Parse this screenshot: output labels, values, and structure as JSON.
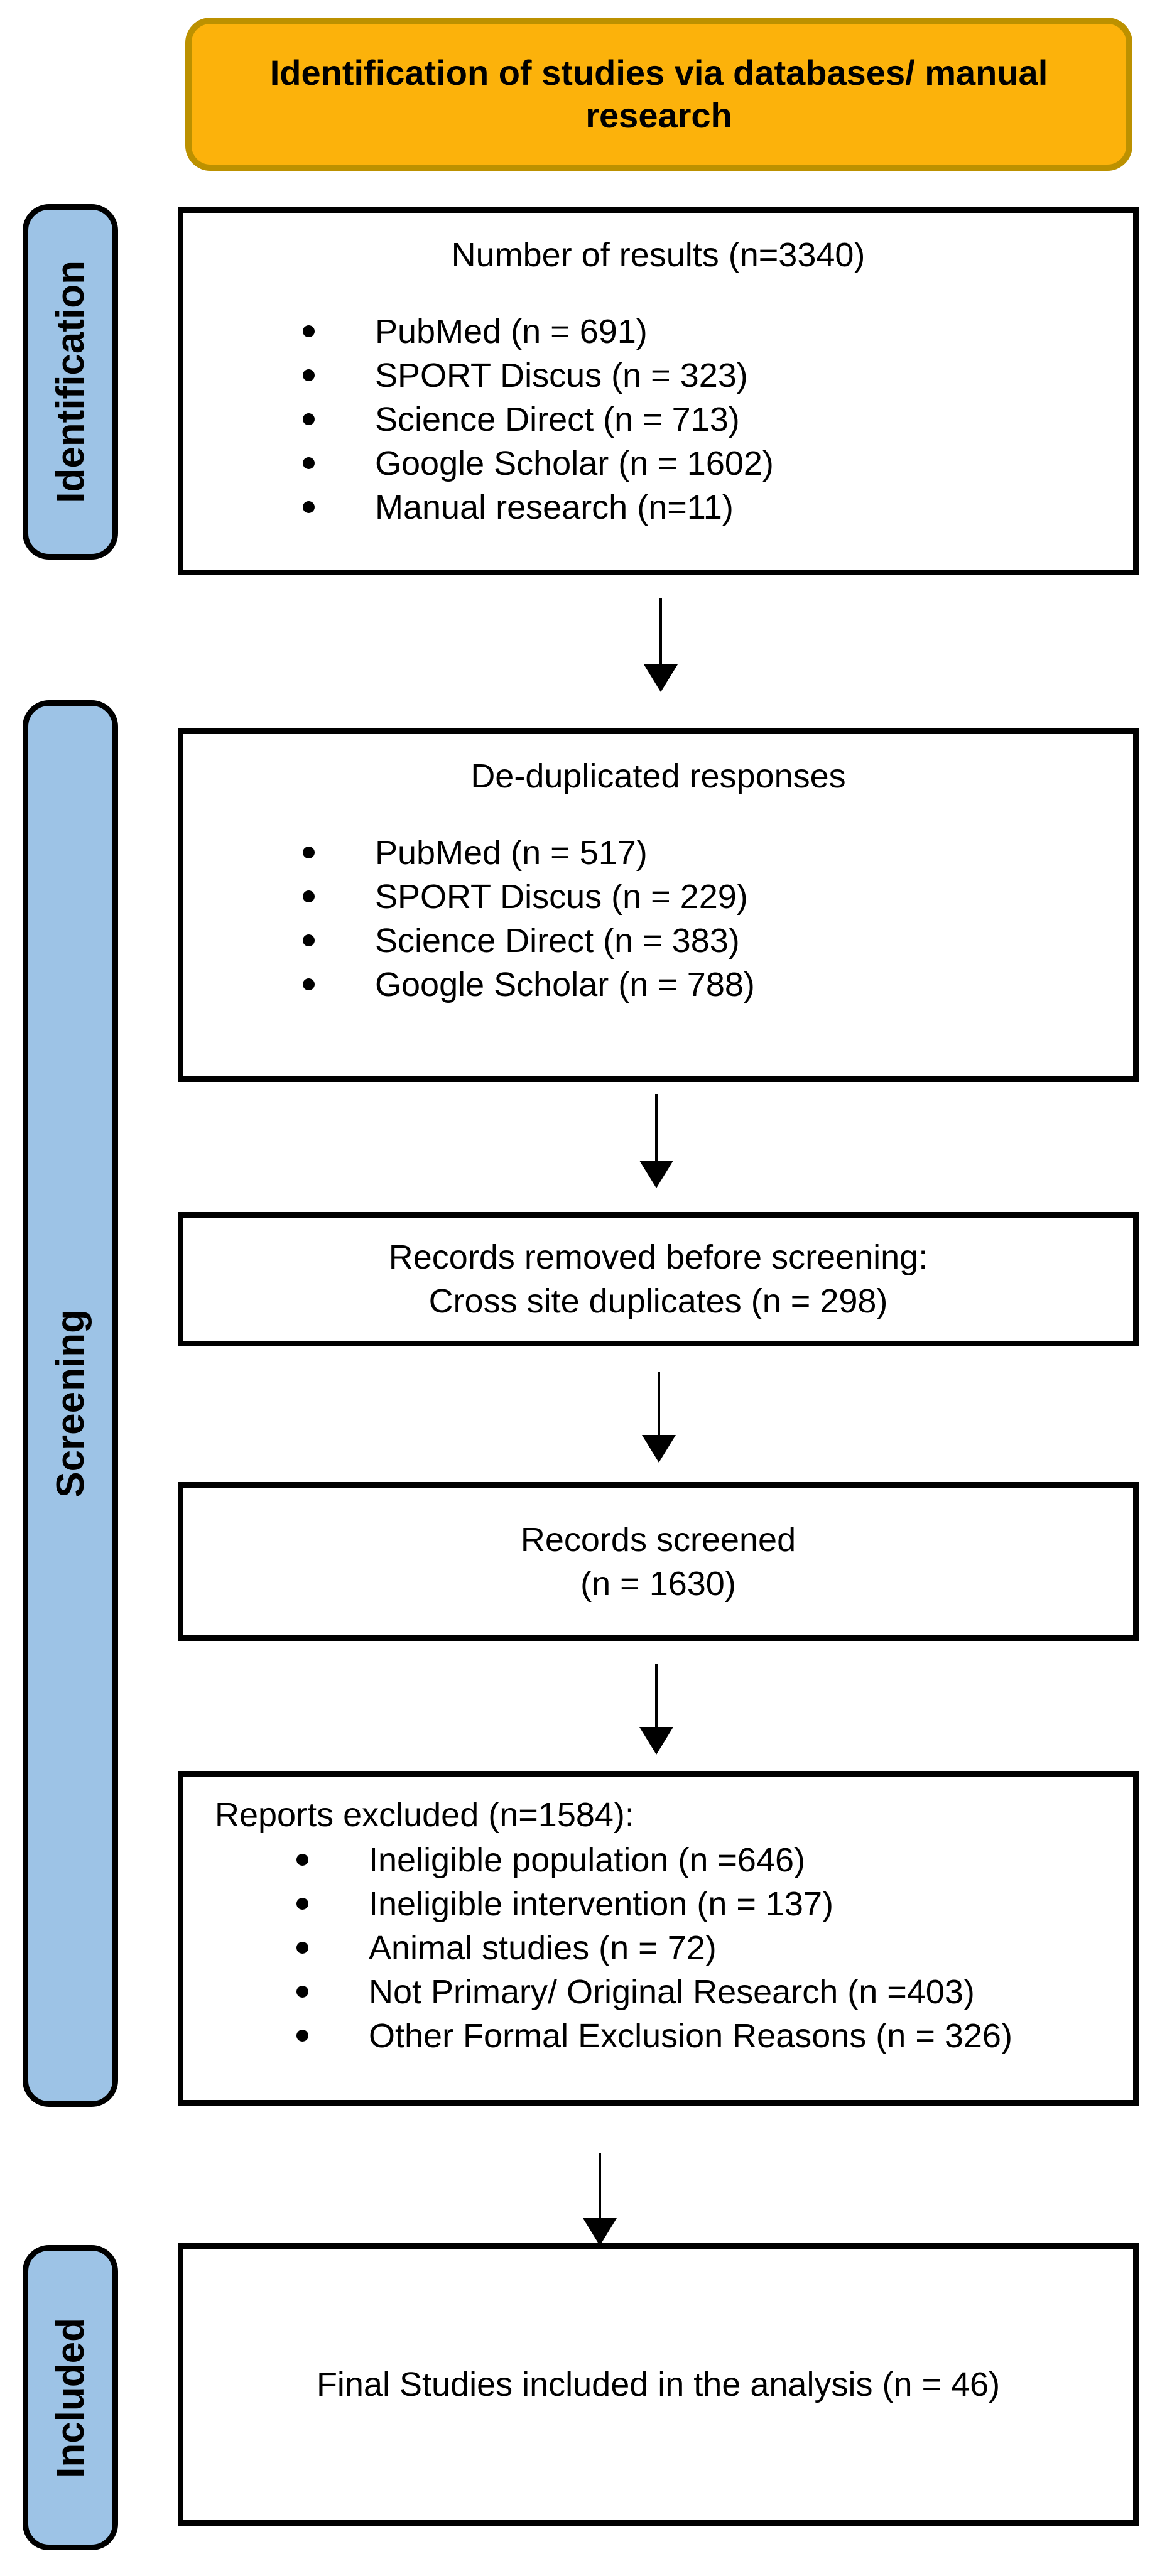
{
  "header": {
    "title": "Identification of studies via databases/ manual research"
  },
  "stages": [
    {
      "label": "Identification"
    },
    {
      "label": "Screening"
    },
    {
      "label": "Included"
    }
  ],
  "boxes": [
    {
      "title": "Number of results (n=3340)",
      "items": [
        "PubMed (n = 691)",
        "SPORT Discus (n = 323)",
        "Science Direct (n = 713)",
        "Google Scholar (n = 1602)",
        "Manual research (n=11)"
      ]
    },
    {
      "title": "De-duplicated responses",
      "items": [
        "PubMed (n = 517)",
        "SPORT Discus (n = 229)",
        "Science Direct (n = 383)",
        "Google Scholar (n = 788)"
      ]
    },
    {
      "line1": "Records removed before screening:",
      "line2": "Cross site duplicates (n = 298)"
    },
    {
      "line1": "Records screened",
      "line2": "(n = 1630)"
    },
    {
      "title": "Reports excluded (n=1584):",
      "items": [
        "Ineligible population (n =646)",
        "Ineligible intervention (n = 137)",
        "Animal studies (n = 72)",
        "Not Primary/ Original Research (n =403)",
        "Other Formal Exclusion Reasons (n = 326)"
      ]
    },
    {
      "line1": "Final Studies included in the analysis (n = 46)"
    }
  ],
  "colors": {
    "header_fill": "#FCB20B",
    "header_border": "#BC9100",
    "stage_fill": "#9DC3E6",
    "stage_border": "#000000",
    "box_border": "#000000",
    "background": "#FFFFFF",
    "text": "#000000"
  }
}
